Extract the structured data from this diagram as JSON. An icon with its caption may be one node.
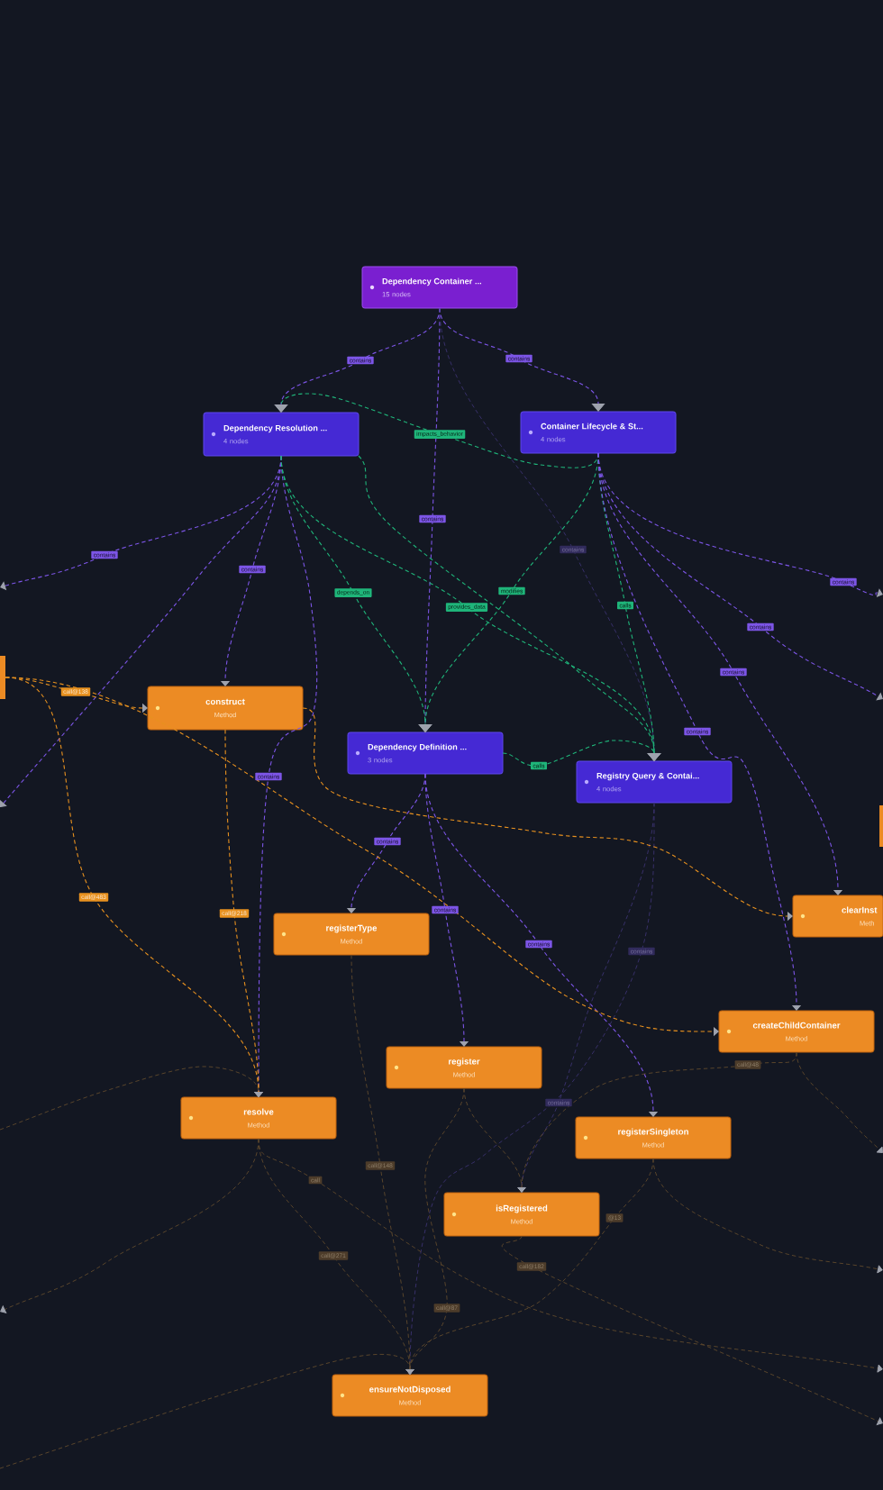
{
  "diagram": {
    "nodes": [
      {
        "text": [
          "Dependency Container ...",
          "15 nodes"
        ]
      },
      {
        "text": [
          "Dependency Resolution ...",
          "4 nodes"
        ]
      },
      {
        "text": [
          "Container Lifecycle & St...",
          "4 nodes"
        ]
      },
      {
        "text": [
          "Dependency Definition ...",
          "3 nodes"
        ]
      },
      {
        "text": [
          "Registry Query & Contai...",
          "4 nodes"
        ]
      },
      {
        "text": [],
        "shape": "box"
      },
      {
        "text": [
          "construct",
          "Method"
        ]
      },
      {
        "text": [],
        "shape": "box"
      },
      {
        "text": [
          "clearInst",
          "Meth"
        ]
      },
      {
        "text": [
          "registerType",
          "Method"
        ]
      },
      {
        "text": [
          "createChildContainer",
          "Method"
        ]
      },
      {
        "text": [
          "register",
          "Method"
        ]
      },
      {
        "text": [
          "resolve",
          "Method"
        ]
      },
      {
        "text": [
          "registerSingleton",
          "Method"
        ]
      },
      {
        "text": [
          "isRegistered",
          "Method"
        ]
      },
      {
        "text": [
          "ensureNotDisposed",
          "Method"
        ]
      }
    ],
    "edges": [
      {
        "from": 0,
        "to": 1,
        "arrow": "to",
        "label": "contains",
        "style": "dashed",
        "color": "#7c55e6"
      },
      {
        "from": 0,
        "to": 2,
        "arrow": "to",
        "label": "contains",
        "style": "dashed",
        "color": "#7c55e6"
      },
      {
        "from": 0,
        "to": 3,
        "arrow": "to",
        "label": "contains",
        "style": "dashed",
        "color": "#7c55e6"
      },
      {
        "from": 0,
        "to": 4,
        "arrow": "to",
        "label": "contains",
        "style": "dashed",
        "color": "#3b3270"
      },
      {
        "from": 2,
        "to": 1,
        "arrow": "to",
        "label": "impacts_behavior",
        "style": "dashed",
        "color": "#1fb57a"
      },
      {
        "from": 1,
        "to": null,
        "arrow": "to",
        "label": "contains",
        "style": "dashed",
        "color": "#7c55e6"
      },
      {
        "from": 1,
        "to": 6,
        "arrow": "to",
        "label": "contains",
        "style": "dashed",
        "color": "#7c55e6"
      },
      {
        "from": 1,
        "to": null,
        "arrow": "to",
        "style": "dashed",
        "color": "#7c55e6"
      },
      {
        "from": 1,
        "to": 12,
        "arrow": "to",
        "label": "contains",
        "style": "dashed",
        "color": "#7c55e6"
      },
      {
        "from": 1,
        "to": 3,
        "arrow": "to",
        "label": "depends_on",
        "style": "dashed",
        "color": "#1fb57a"
      },
      {
        "from": 1,
        "to": 4,
        "arrow": "to",
        "label": "provides_data",
        "style": "dashed",
        "color": "#1fb57a"
      },
      {
        "from": 1,
        "to": 4,
        "arrow": "to",
        "style": "dashed",
        "color": "#1fb57a"
      },
      {
        "from": 2,
        "to": 3,
        "arrow": "to",
        "label": "modifies",
        "style": "dashed",
        "color": "#1fb57a"
      },
      {
        "from": 2,
        "to": 4,
        "arrow": "to",
        "label": "calls",
        "style": "dashed",
        "color": "#1fb57a"
      },
      {
        "from": 3,
        "to": 4,
        "arrow": "to",
        "label": "calls",
        "style": "dashed",
        "color": "#1fb57a"
      },
      {
        "from": 2,
        "to": null,
        "arrow": "to",
        "label": "contains",
        "style": "dashed",
        "color": "#7c55e6"
      },
      {
        "from": 2,
        "to": null,
        "arrow": "to",
        "label": "contains",
        "style": "dashed",
        "color": "#7c55e6"
      },
      {
        "from": 2,
        "to": 8,
        "arrow": "to",
        "label": "contains",
        "style": "dashed",
        "color": "#7c55e6"
      },
      {
        "from": 2,
        "to": 10,
        "arrow": "to",
        "label": "contains",
        "style": "dashed",
        "color": "#7c55e6"
      },
      {
        "from": 3,
        "to": 9,
        "arrow": "to",
        "label": "contains",
        "style": "dashed",
        "color": "#7c55e6"
      },
      {
        "from": 3,
        "to": 11,
        "arrow": "to",
        "label": "contains",
        "style": "dashed",
        "color": "#7c55e6"
      },
      {
        "from": 3,
        "to": 13,
        "arrow": "to",
        "label": "contains",
        "style": "dashed",
        "color": "#7c55e6"
      },
      {
        "from": 4,
        "to": 14,
        "arrow": "to",
        "label": "contains",
        "style": "dashed",
        "color": "#3b3270"
      },
      {
        "from": 4,
        "to": 15,
        "arrow": "to",
        "label": "contains",
        "style": "dashed",
        "color": "#3b3270"
      },
      {
        "from": 5,
        "to": 6,
        "arrow": "to",
        "label": "call@138",
        "style": "dashed",
        "color": "#e8911f"
      },
      {
        "from": 5,
        "to": 12,
        "arrow": "to",
        "label": "call@483",
        "style": "dashed",
        "color": "#e8911f"
      },
      {
        "from": 6,
        "to": 12,
        "arrow": "to",
        "label": "call@218",
        "style": "dashed",
        "color": "#e8911f"
      },
      {
        "from": 6,
        "to": 8,
        "arrow": "to",
        "style": "dashed",
        "color": "#e8911f"
      },
      {
        "from": 5,
        "to": 10,
        "arrow": "to",
        "style": "dashed",
        "color": "#e8911f"
      },
      {
        "from": 9,
        "to": 15,
        "arrow": "to",
        "label": "call@148",
        "style": "dashed",
        "color": "#60492c"
      },
      {
        "from": 12,
        "to": 15,
        "arrow": "to",
        "label": "call@271",
        "style": "dashed",
        "color": "#60492c"
      },
      {
        "from": 12,
        "to": null,
        "arrow": "to",
        "label": "call",
        "style": "dashed",
        "color": "#60492c"
      },
      {
        "from": 11,
        "to": 15,
        "arrow": "to",
        "label": "call@87",
        "style": "dashed",
        "color": "#60492c"
      },
      {
        "from": 14,
        "to": null,
        "arrow": "to",
        "label": "call@182",
        "style": "dashed",
        "color": "#60492c"
      },
      {
        "from": 13,
        "to": 15,
        "arrow": "to",
        "label": "@13",
        "style": "dashed",
        "color": "#60492c"
      },
      {
        "from": 10,
        "to": 14,
        "arrow": "to",
        "label": "call@48",
        "style": "dashed",
        "color": "#60492c"
      },
      {
        "from": null,
        "to": 12,
        "arrow": "to",
        "style": "dashed",
        "color": "#60492c"
      },
      {
        "from": 12,
        "to": null,
        "arrow": "to",
        "style": "dashed",
        "color": "#60492c"
      },
      {
        "from": null,
        "to": 15,
        "arrow": "to",
        "style": "dashed",
        "color": "#60492c"
      },
      {
        "from": 11,
        "to": 14,
        "arrow": "to",
        "style": "dashed",
        "color": "#60492c"
      },
      {
        "from": 13,
        "to": null,
        "arrow": "to",
        "style": "dashed",
        "color": "#60492c"
      },
      {
        "from": 10,
        "to": null,
        "arrow": "to",
        "style": "dashed",
        "color": "#60492c"
      }
    ]
  }
}
